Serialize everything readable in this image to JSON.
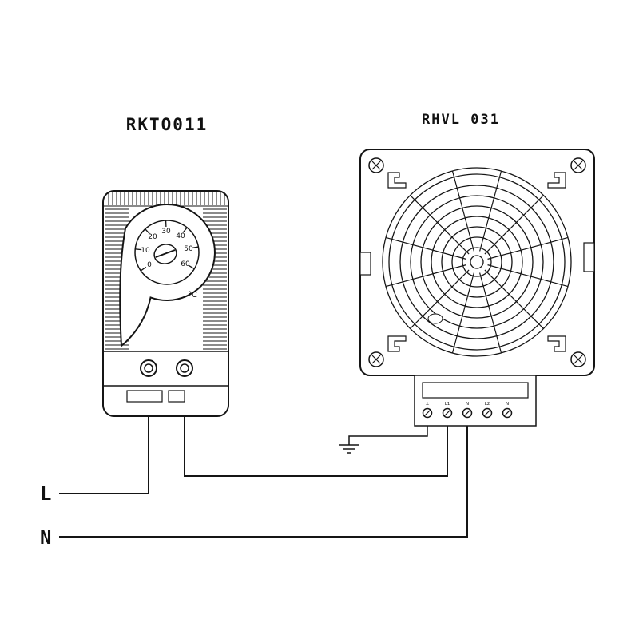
{
  "titles": {
    "thermostat": "RKTO011",
    "heater": "RHVL 031"
  },
  "thermostat": {
    "dial_ticks": [
      "0",
      "10",
      "20",
      "30",
      "40",
      "50",
      "60"
    ],
    "dial_unit": "°C"
  },
  "heater": {
    "terminal_labels": [
      "⊥",
      "L1",
      "N",
      "L2",
      "N"
    ]
  },
  "wiring": {
    "line_live": "L",
    "line_neutral": "N"
  },
  "colors": {
    "ink": "#151515",
    "background": "#ffffff"
  }
}
